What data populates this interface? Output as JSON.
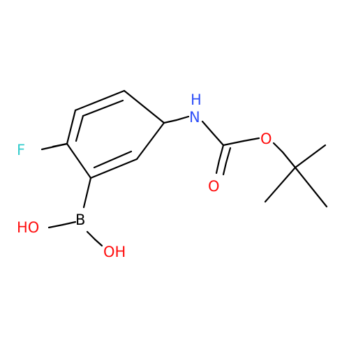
{
  "colors": {
    "background": "#ffffff",
    "carbon_bond": "#000000",
    "oxygen": "#ff0d0d",
    "nitrogen": "#3050f8",
    "fluorine": "#33cccc",
    "boron": "#000000"
  },
  "labels": {
    "fluorine": "F",
    "nitrogen_h": "H",
    "nitrogen_n": "N",
    "ester_oxygen": "O",
    "carbonyl_oxygen": "O",
    "boron": "B",
    "boron_oh_upper": "HO",
    "boron_oh_lower": "OH"
  }
}
